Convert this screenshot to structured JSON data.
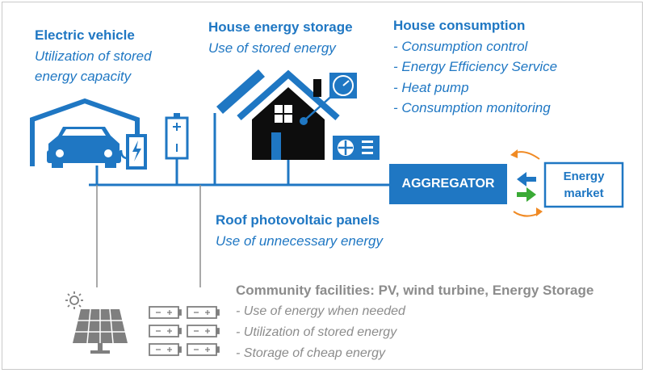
{
  "ev": {
    "title": "Electric vehicle",
    "lines": [
      "Utilization of stored",
      "energy capacity"
    ]
  },
  "storage": {
    "title": "House energy storage",
    "subtitle": "Use of stored energy"
  },
  "consumption": {
    "title": "House consumption",
    "items": [
      "- Consumption control",
      "- Energy Efficiency Service",
      "- Heat pump",
      "- Consumption monitoring"
    ]
  },
  "aggregator": {
    "label": "AGGREGATOR"
  },
  "market": {
    "lines": [
      "Energy",
      "market"
    ]
  },
  "roof_pv": {
    "title": "Roof photovoltaic panels",
    "subtitle": "Use of unnecessary energy"
  },
  "community": {
    "title": "Community facilities: PV, wind turbine, Energy Storage",
    "items": [
      "- Use of energy when needed",
      "- Utilization of stored energy",
      "- Storage of cheap energy"
    ]
  },
  "icons": [
    "garage-icon",
    "electric-car-icon",
    "charging-station-icon",
    "battery-icon",
    "solar-panel-roof-icon",
    "house-icon",
    "gauge-icon",
    "heat-pump-icon",
    "sun-icon",
    "solar-panel-icon",
    "battery-bank-icon",
    "exchange-arrows-icon"
  ],
  "colors": {
    "blue": "#1f77c3",
    "dark": "#0d0d0d",
    "gray": "#8c8c8c",
    "green": "#3aaa35",
    "orange": "#f08a24"
  }
}
